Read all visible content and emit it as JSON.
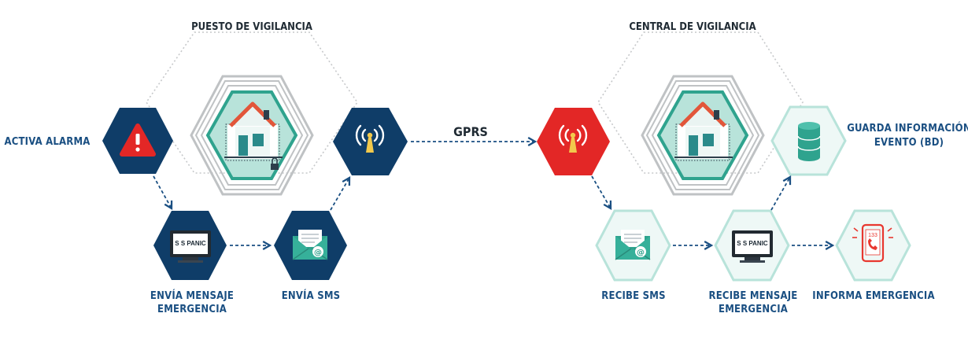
{
  "left_group": {
    "title": "PUESTO DE VIGILANCIA",
    "activa_alarma": "ACTIVA ALARMA",
    "envia_mensaje": [
      "ENVÍA MENSAJE",
      "EMERGENCIA"
    ],
    "envia_sms": "ENVÍA SMS"
  },
  "link": {
    "label": "GPRS"
  },
  "right_group": {
    "title": "CENTRAL DE VIGILANCIA",
    "guarda_info": [
      "GUARDA INFORMACIÓN",
      "EVENTO (BD)"
    ],
    "recibe_sms": "RECIBE SMS",
    "recibe_mensaje": [
      "RECIBE MENSAJE",
      "EMERGENCIA"
    ],
    "informa": "INFORMA EMERGENCIA"
  },
  "monitor_brand": "S S PANIC",
  "phone_number": "133",
  "colors": {
    "navy": "#0f3d68",
    "red": "#e32726",
    "mint": "#b8e3da",
    "teal": "#2fa38e",
    "arrow": "#1a4f82",
    "grey": "#bfc2c4"
  }
}
